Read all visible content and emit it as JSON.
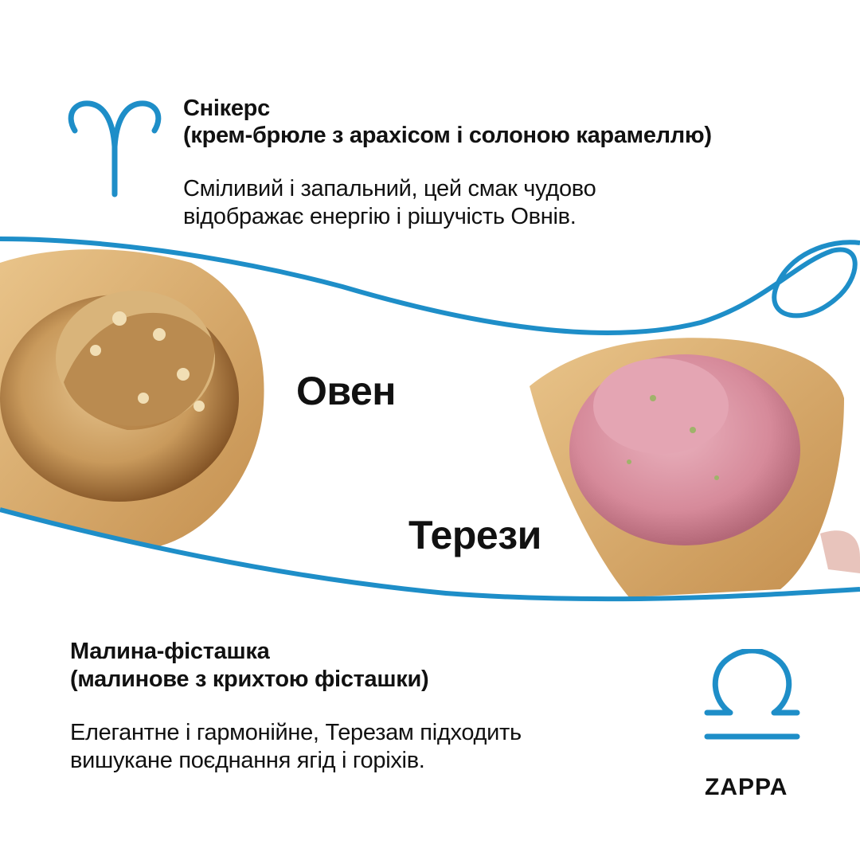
{
  "top_flavor": {
    "name": "Снікерс",
    "subtitle": "(крем-брюле з арахісом і солоною карамеллю)",
    "description_line1": "Сміливий і запальний, цей смак чудово",
    "description_line2": "відображає енергію і рішучість Овнів.",
    "sign_icon": "aries-icon"
  },
  "signs": {
    "aries": "Овен",
    "libra": "Терези"
  },
  "bottom_flavor": {
    "name": "Малина-фісташка",
    "subtitle": "(малинове з крихтою фісташки)",
    "description_line1": "Елегантне і гармонійне, Терезам підходить",
    "description_line2": "вишукане поєднання ягід і горіхів.",
    "sign_icon": "libra-icon"
  },
  "brand": "ZAPPA",
  "colors": {
    "accent": "#1e8ec8",
    "text": "#111111"
  }
}
